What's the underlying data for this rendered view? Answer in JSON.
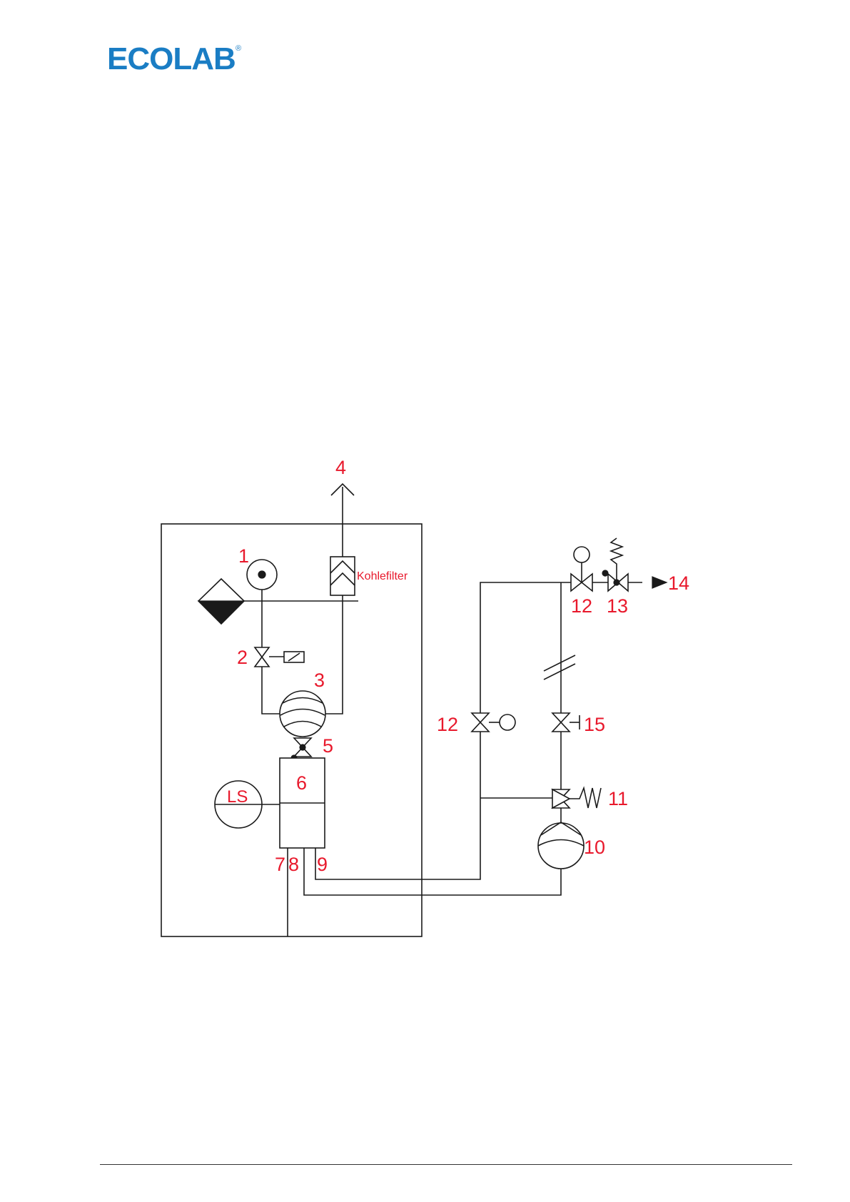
{
  "header": {
    "logo_text": "ECOLAB",
    "logo_registered": "®",
    "brand_color": "#1a7dc4"
  },
  "diagram": {
    "label_color": "#e8192c",
    "labels": {
      "l1": "1",
      "l2": "2",
      "l3": "3",
      "l4": "4",
      "l5": "5",
      "l6": "6",
      "l7": "7",
      "l8": "8",
      "l9": "9",
      "l10": "10",
      "l11": "11",
      "l12a": "12",
      "l12b": "12",
      "l13": "13",
      "l14": "14",
      "l15": "15",
      "ls": "LS",
      "kohlefilter": "Kohlefilter"
    }
  }
}
